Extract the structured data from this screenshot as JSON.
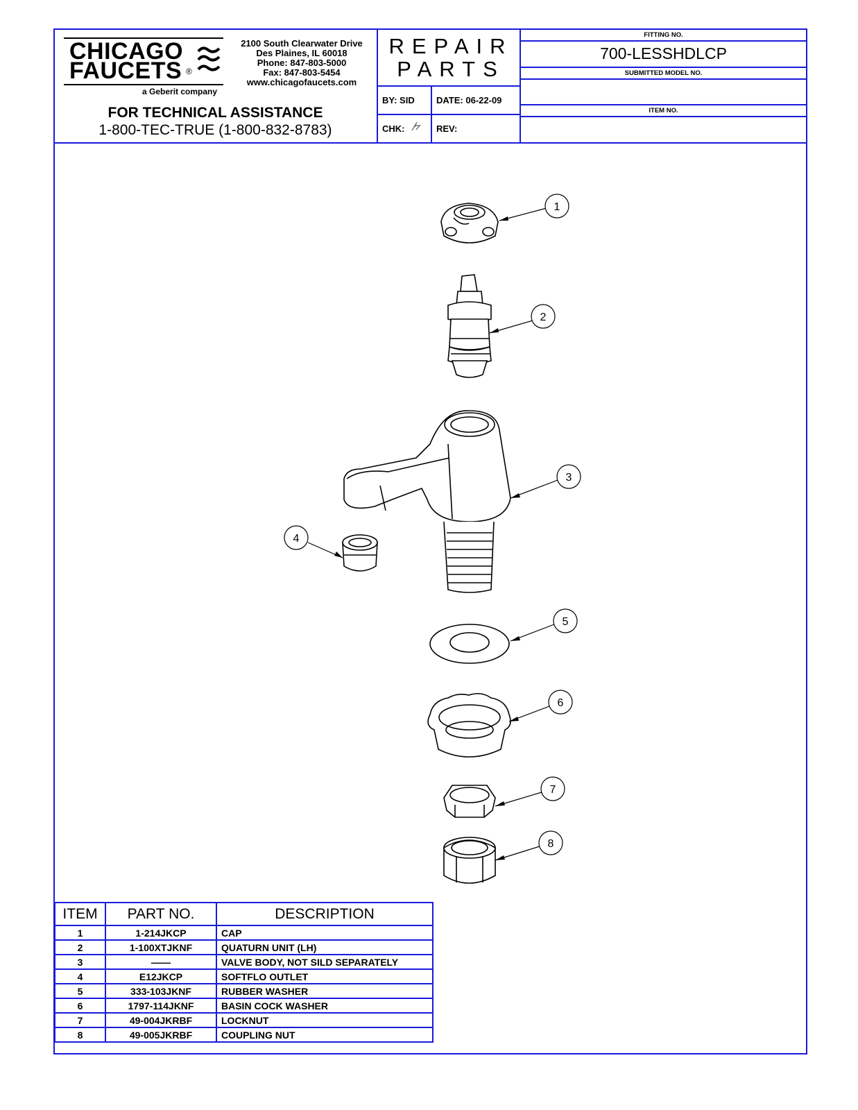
{
  "header": {
    "brand_line1": "CHICAGO",
    "brand_line2": "FAUCETS",
    "registered": "®",
    "brand_sub": "a Geberit company",
    "address": [
      "2100 South Clearwater Drive",
      "Des Plaines, IL 60018",
      "Phone: 847-803-5000",
      "Fax: 847-803-5454",
      "www.chicagofaucets.com"
    ],
    "tech_label": "FOR TECHNICAL ASSISTANCE",
    "tech_phone": "1-800-TEC-TRUE (1-800-832-8783)",
    "title_line1": "REPAIR",
    "title_line2": "PARTS",
    "by": "BY: SID",
    "date": "DATE: 06-22-09",
    "chk": "CHK:",
    "rev": "REV:",
    "fitting_no_label": "FITTING NO.",
    "fitting_no": "700-LESSHDLCP",
    "submitted_model_label": "SUBMITTED MODEL NO.",
    "submitted_model": "",
    "item_no_label": "ITEM NO.",
    "item_no": ""
  },
  "callouts": [
    "1",
    "2",
    "3",
    "4",
    "5",
    "6",
    "7",
    "8"
  ],
  "parts_table": {
    "headers": [
      "ITEM",
      "PART NO.",
      "DESCRIPTION"
    ],
    "rows": [
      {
        "item": "1",
        "part": "1-214JKCP",
        "desc": "CAP"
      },
      {
        "item": "2",
        "part": "1-100XTJKNF",
        "desc": "QUATURN UNIT (LH)"
      },
      {
        "item": "3",
        "part": "——",
        "desc": "VALVE BODY, NOT SILD SEPARATELY"
      },
      {
        "item": "4",
        "part": "E12JKCP",
        "desc": "SOFTFLO OUTLET"
      },
      {
        "item": "5",
        "part": "333-103JKNF",
        "desc": "RUBBER WASHER"
      },
      {
        "item": "6",
        "part": "1797-114JKNF",
        "desc": "BASIN COCK WASHER"
      },
      {
        "item": "7",
        "part": "49-004JKRBF",
        "desc": "LOCKNUT"
      },
      {
        "item": "8",
        "part": "49-005JKRBF",
        "desc": "COUPLING NUT"
      }
    ]
  },
  "colors": {
    "border": "#1a1adc",
    "ink": "#000000"
  }
}
